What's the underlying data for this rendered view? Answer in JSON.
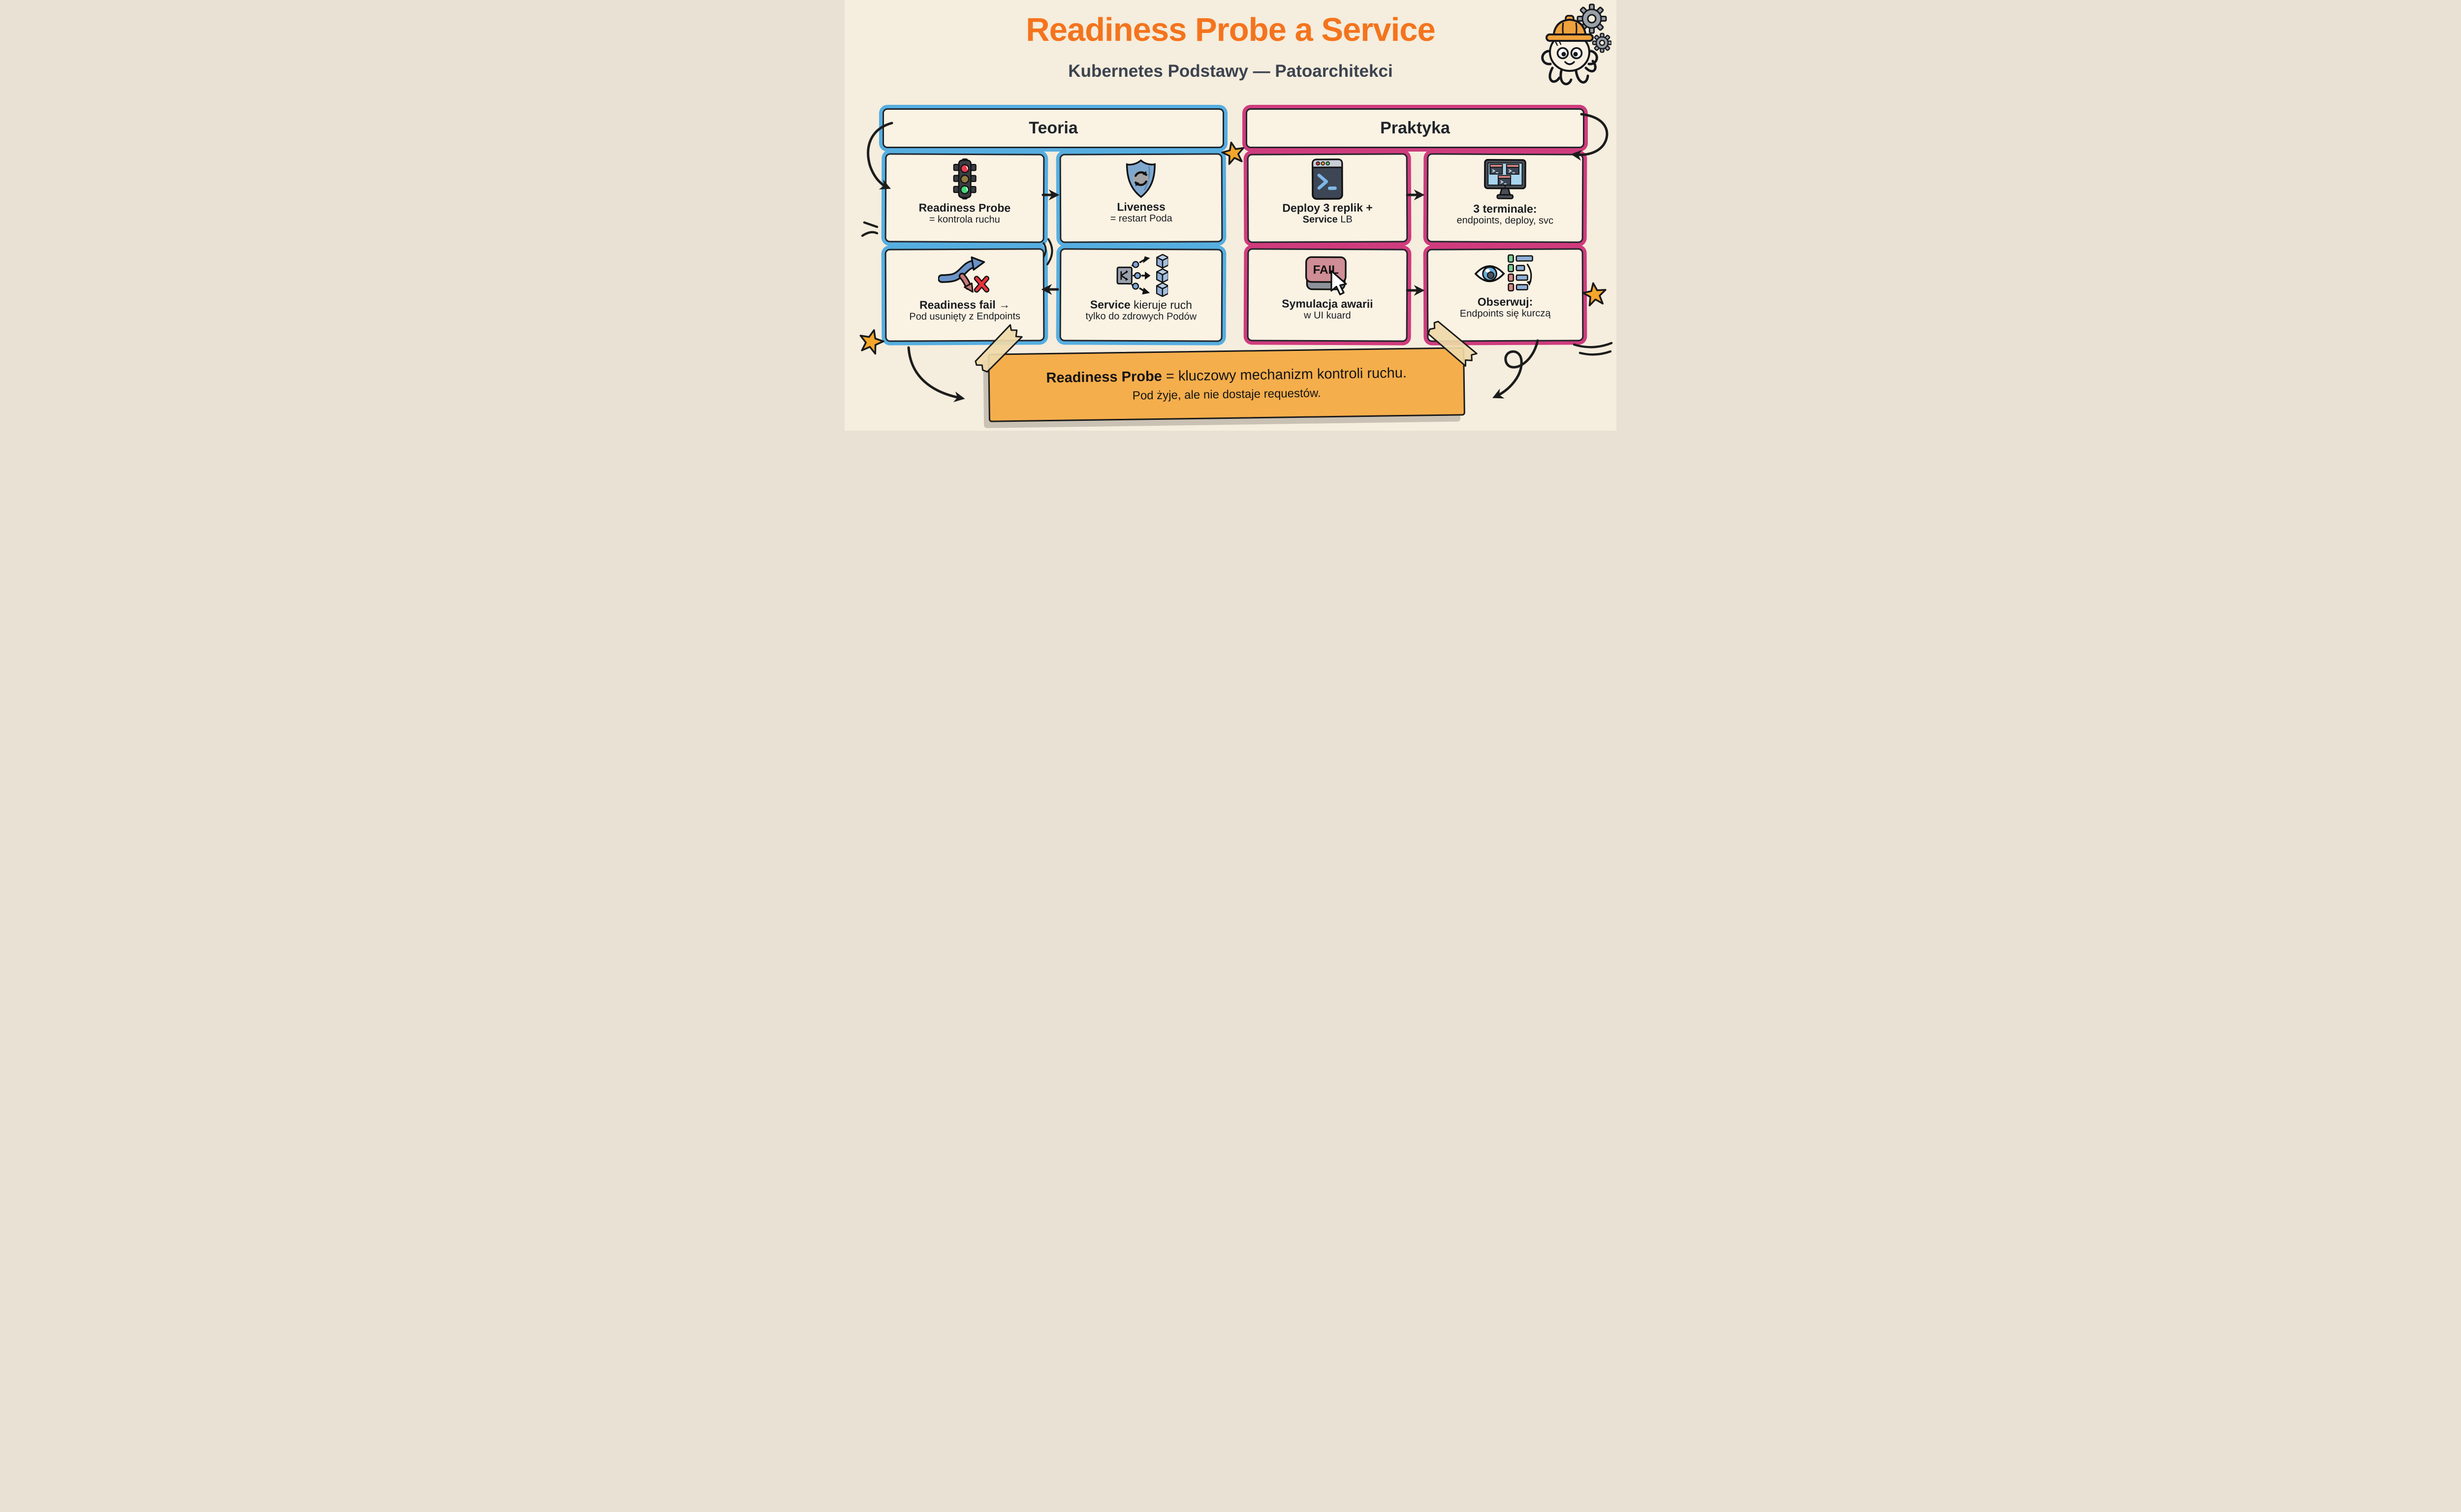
{
  "colors": {
    "background": "#f5eddd",
    "title": "#f4741d",
    "subtitle": "#3c4350",
    "teoria_accent": "#56aee0",
    "praktyka_accent": "#cf3c7d",
    "banner": "#f5ae4c",
    "ink": "#1c1c1c",
    "star": "#f5a62a"
  },
  "header": {
    "title": "Readiness Probe a Service",
    "subtitle": "Kubernetes Podstawy — Patoarchitekci"
  },
  "mascot": {
    "icon": "octopus-hardhat-gears-icon"
  },
  "columns": [
    {
      "id": "teoria",
      "label": "Teoria",
      "accent": "#56aee0",
      "boxes": [
        {
          "icon": "traffic-light-icon",
          "lines": [
            [
              {
                "t": "Readiness Probe",
                "b": 1
              }
            ],
            [
              {
                "t": "= kontrola ruchu",
                "b": 0
              }
            ]
          ]
        },
        {
          "icon": "shield-refresh-icon",
          "lines": [
            [
              {
                "t": "Liveness",
                "b": 1
              }
            ],
            [
              {
                "t": "= restart Poda",
                "b": 0
              }
            ]
          ]
        },
        {
          "icon": "split-arrow-fail-icon",
          "lines": [
            [
              {
                "t": "Readiness fail →",
                "b": 1
              }
            ],
            [
              {
                "t": "Pod usunięty z Endpoints",
                "b": 0
              }
            ]
          ]
        },
        {
          "icon": "service-routing-icon",
          "lines": [
            [
              {
                "t": "Service",
                "b": 1
              },
              {
                "t": " kieruje ruch",
                "b": 0
              }
            ],
            [
              {
                "t": "tylko do zdrowych Podów",
                "b": 0
              }
            ]
          ]
        }
      ]
    },
    {
      "id": "praktyka",
      "label": "Praktyka",
      "accent": "#cf3c7d",
      "boxes": [
        {
          "icon": "terminal-icon",
          "lines": [
            [
              {
                "t": "Deploy 3 replik +",
                "b": 1
              }
            ],
            [
              {
                "t": "Service",
                "b": 1
              },
              {
                "t": " LB",
                "b": 0
              }
            ]
          ]
        },
        {
          "icon": "three-terminals-monitor-icon",
          "lines": [
            [
              {
                "t": "3 terminale:",
                "b": 1
              }
            ],
            [
              {
                "t": "endpoints, deploy, svc",
                "b": 0
              }
            ]
          ]
        },
        {
          "icon": "fail-button-cursor-icon",
          "icon_label": "FAIL",
          "lines": [
            [
              {
                "t": "Symulacja awarii",
                "b": 1
              }
            ],
            [
              {
                "t": "w UI kuard",
                "b": 0
              }
            ]
          ]
        },
        {
          "icon": "eye-endpoints-icon",
          "lines": [
            [
              {
                "t": "Obserwuj:",
                "b": 1
              }
            ],
            [
              {
                "t": "Endpoints się kurczą",
                "b": 0
              }
            ]
          ]
        }
      ]
    }
  ],
  "banner": {
    "line1": [
      {
        "t": "Readiness Probe",
        "b": 1
      },
      {
        "t": " = kluczowy mechanizm kontroli ruchu.",
        "b": 0
      }
    ],
    "line2": [
      {
        "t": "Pod żyje, ale nie dostaje requestów.",
        "b": 0
      }
    ]
  }
}
